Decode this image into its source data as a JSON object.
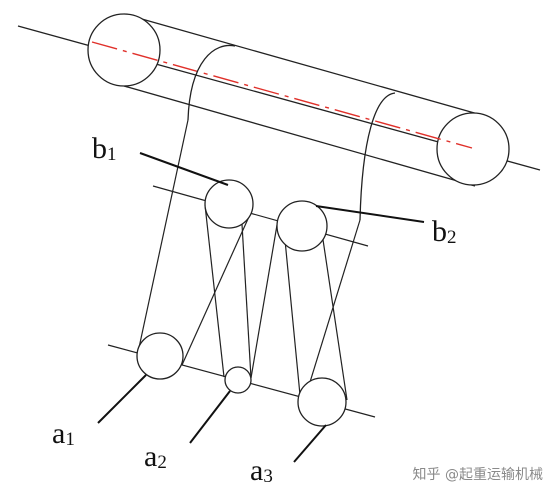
{
  "labels": {
    "b1": {
      "main": "b",
      "sub": "1"
    },
    "b2": {
      "main": "b",
      "sub": "2"
    },
    "a1": {
      "main": "a",
      "sub": "1"
    },
    "a2": {
      "main": "a",
      "sub": "2"
    },
    "a3": {
      "main": "a",
      "sub": "3"
    }
  },
  "watermark": "知乎 @起重运输机械",
  "colors": {
    "line": "#222222",
    "centerline": "#e0302a",
    "watermark": "#8a8a8a"
  }
}
